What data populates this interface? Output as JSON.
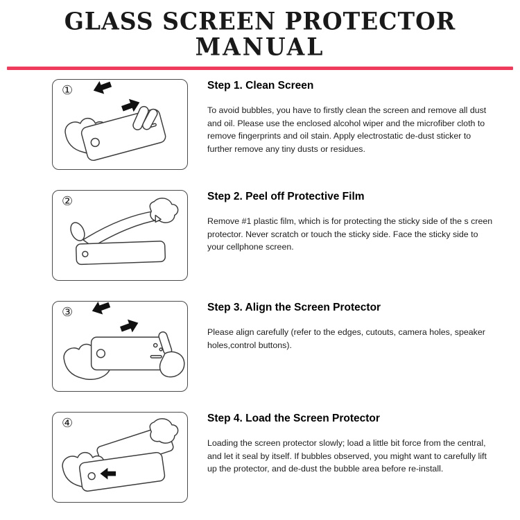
{
  "title": {
    "line1": "GLASS SCREEN PROTECTOR",
    "line2": "MANUAL"
  },
  "accent_color": "#ef3b5c",
  "steps": [
    {
      "number": "①",
      "heading": "Step 1. Clean Screen",
      "body": "To avoid bubbles, you have to firstly clean the screen and remove all dust and oil. Please use the enclosed alcohol wiper and the microfiber cloth to remove fingerprints and oil stain. Apply electrostatic de-dust sticker to further remove any tiny dusts or residues."
    },
    {
      "number": "②",
      "heading": "Step 2. Peel off Protective Film",
      "body": "Remove #1 plastic film, which is for protecting the sticky side of the s creen protector. Never scratch or touch the sticky side. Face the sticky side to your cellphone screen."
    },
    {
      "number": "③",
      "heading": "Step 3. Align the Screen Protector",
      "body": "Please align carefully (refer to the edges, cutouts, camera holes, speaker holes,control buttons)."
    },
    {
      "number": "④",
      "heading": "Step 4. Load the Screen Protector",
      "body": "Loading the screen protector slowly; load a little bit force from the central, and let it seal by itself. If bubbles observed, you might want to carefully lift up the protector, and de-dust the bubble area before re-install."
    }
  ]
}
